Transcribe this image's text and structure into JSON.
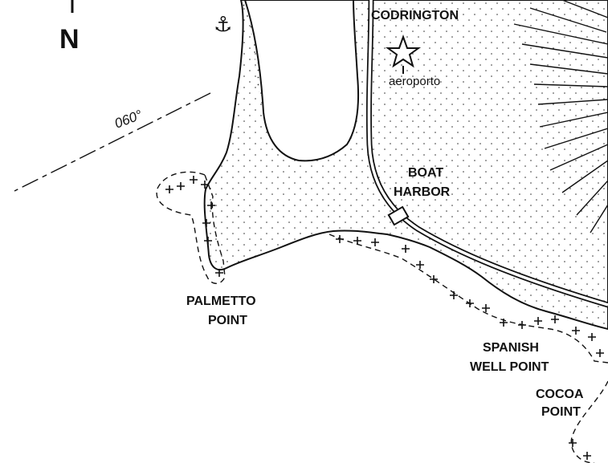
{
  "map": {
    "north_label": "N",
    "bearing_label": "060°",
    "places": {
      "codrington": "CODRINGTON",
      "aeroporto": "aeroporto",
      "boat_harbor_line1": "BOAT",
      "boat_harbor_line2": "HARBOR",
      "palmetto_line1": "PALMETTO",
      "palmetto_line2": "POINT",
      "spanish_line1": "SPANISH",
      "spanish_line2": "WELL POINT",
      "cocoa_line1": "COCOA",
      "cocoa_line2": "POINT"
    },
    "icons": {
      "anchor": "anchor-icon",
      "airport": "star-icon",
      "north_arrow": "north-arrow-icon"
    },
    "colors": {
      "ink": "#111111",
      "paper": "#ffffff"
    }
  }
}
